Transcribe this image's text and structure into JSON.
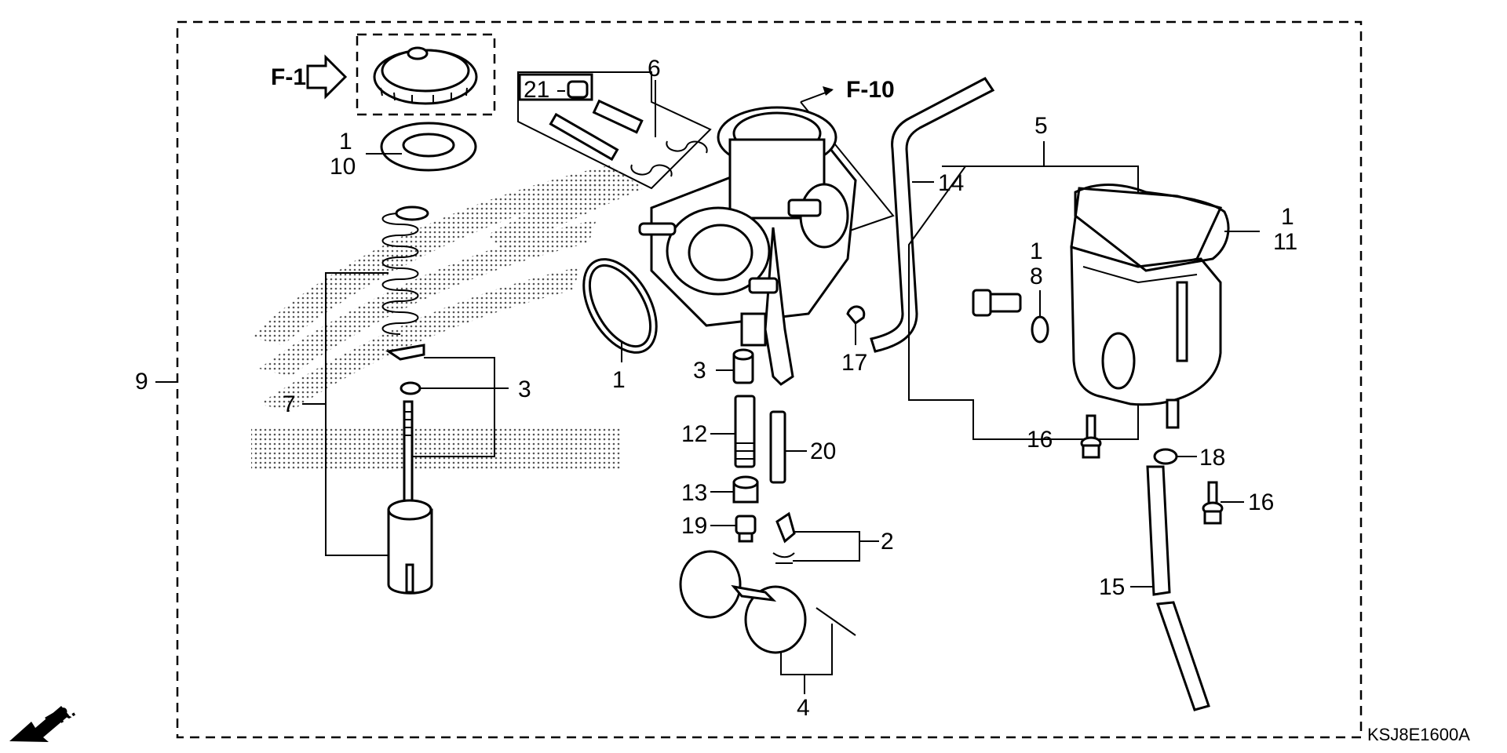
{
  "diagram": {
    "code": "KSJ8E1600A",
    "references": {
      "f1": "F-1",
      "f10": "F-10"
    },
    "direction": "FR.",
    "callouts": {
      "c1a": "1",
      "c10": "10",
      "c9": "9",
      "c7": "7",
      "c3a": "3",
      "c21": "21",
      "c6": "6",
      "c1b": "1",
      "c3b": "3",
      "c12": "12",
      "c20": "20",
      "c13": "13",
      "c19": "19",
      "c2": "2",
      "c4": "4",
      "c14": "14",
      "c17": "17",
      "c5": "5",
      "c1c": "1",
      "c11": "11",
      "c1d": "1",
      "c8": "8",
      "c16a": "16",
      "c18": "18",
      "c16b": "16",
      "c15": "15"
    }
  }
}
